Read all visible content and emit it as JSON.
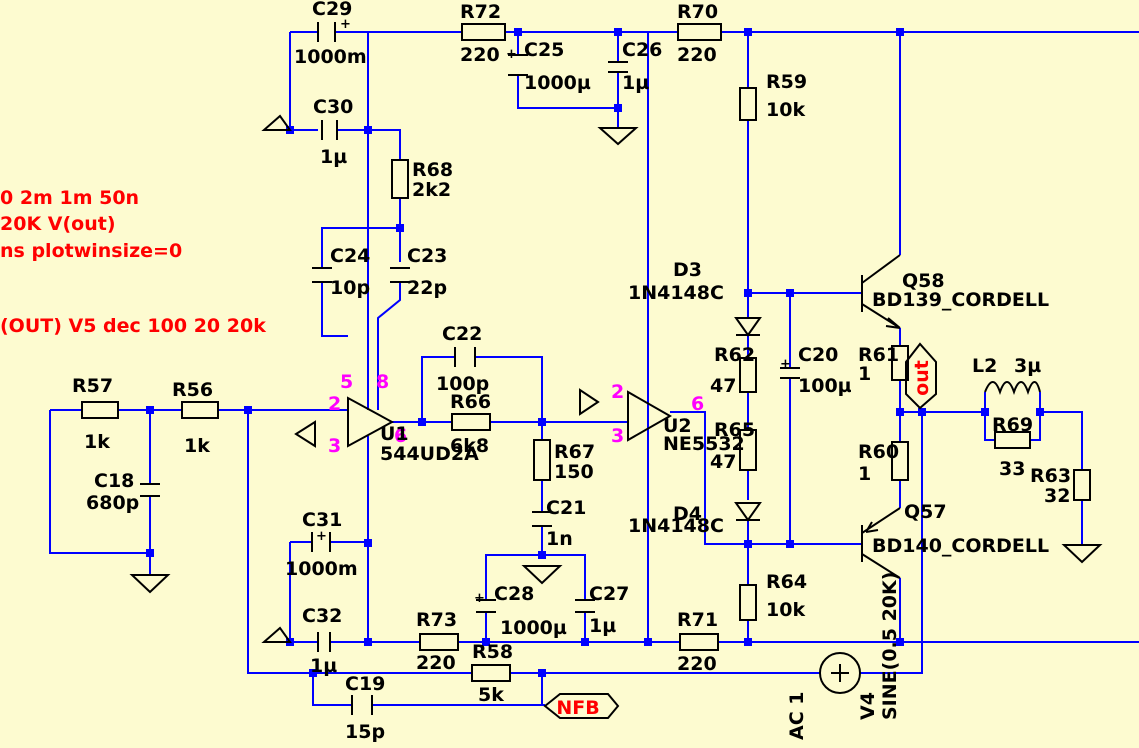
{
  "directives": {
    "line1": "0 2m 1m 50n",
    "line2": "20K V(out)",
    "line3": "ns plotwinsize=0",
    "line4": "(OUT) V5 dec 100 20 20k"
  },
  "components": {
    "C29": {
      "ref": "C29",
      "value": "1000m"
    },
    "C30": {
      "ref": "C30",
      "value": "1µ"
    },
    "R68": {
      "ref": "R68",
      "value": "2k2"
    },
    "C24": {
      "ref": "C24",
      "value": "10p"
    },
    "C23": {
      "ref": "C23",
      "value": "22p"
    },
    "R72": {
      "ref": "R72",
      "value": "220"
    },
    "C25": {
      "ref": "C25",
      "value": "1000µ"
    },
    "C26": {
      "ref": "C26",
      "value": "1µ"
    },
    "R70": {
      "ref": "R70",
      "value": "220"
    },
    "R59": {
      "ref": "R59",
      "value": "10k"
    },
    "D3": {
      "ref": "D3",
      "value": "1N4148C"
    },
    "Q58": {
      "ref": "Q58",
      "value": "BD139_CORDELL"
    },
    "R62": {
      "ref": "R62",
      "value": "47"
    },
    "C20": {
      "ref": "C20",
      "value": "100µ"
    },
    "R61": {
      "ref": "R61",
      "value": "1"
    },
    "L2": {
      "ref": "L2",
      "value": "3µ"
    },
    "R69": {
      "ref": "R69",
      "value": "33"
    },
    "R63": {
      "ref": "R63",
      "value": "32"
    },
    "R65": {
      "ref": "R65",
      "value": "47"
    },
    "R60": {
      "ref": "R60",
      "value": "1"
    },
    "D4": {
      "ref": "D4",
      "value": "1N4148C"
    },
    "Q57": {
      "ref": "Q57",
      "value": "BD140_CORDELL"
    },
    "R64": {
      "ref": "R64",
      "value": "10k"
    },
    "R57": {
      "ref": "R57",
      "value": "1k"
    },
    "R56": {
      "ref": "R56",
      "value": "1k"
    },
    "C18": {
      "ref": "C18",
      "value": "680p"
    },
    "U1": {
      "ref": "U1",
      "value": "544UD2A"
    },
    "C22": {
      "ref": "C22",
      "value": "100p"
    },
    "R66": {
      "ref": "R66",
      "value": "6k8"
    },
    "R67": {
      "ref": "R67",
      "value": "150"
    },
    "C21": {
      "ref": "C21",
      "value": "1n"
    },
    "U2": {
      "ref": "U2",
      "value": "NE5532"
    },
    "C31": {
      "ref": "C31",
      "value": "1000m"
    },
    "C28": {
      "ref": "C28",
      "value": "1000µ"
    },
    "C27": {
      "ref": "C27",
      "value": "1µ"
    },
    "C32": {
      "ref": "C32",
      "value": "1µ"
    },
    "R73": {
      "ref": "R73",
      "value": "220"
    },
    "R58": {
      "ref": "R58",
      "value": "5k"
    },
    "R71": {
      "ref": "R71",
      "value": "220"
    },
    "C19": {
      "ref": "C19",
      "value": "15p"
    },
    "V4": {
      "ref": "V4",
      "value": "SINE(0.5 20K)",
      "ac": "AC 1"
    }
  },
  "pins": {
    "u1_p5": "5",
    "u1_p8": "8",
    "u1_p2": "2",
    "u1_p3": "3",
    "u1_p6": "6",
    "u2_p2": "2",
    "u2_p3": "3",
    "u2_p6": "6"
  },
  "net_labels": {
    "out": "out",
    "nfb": "NFB"
  },
  "colors": {
    "background": "#fdfbd0",
    "wire": "#0000ff",
    "component": "#000000",
    "pin_number": "#ff00ff",
    "directive": "#ff0000"
  }
}
